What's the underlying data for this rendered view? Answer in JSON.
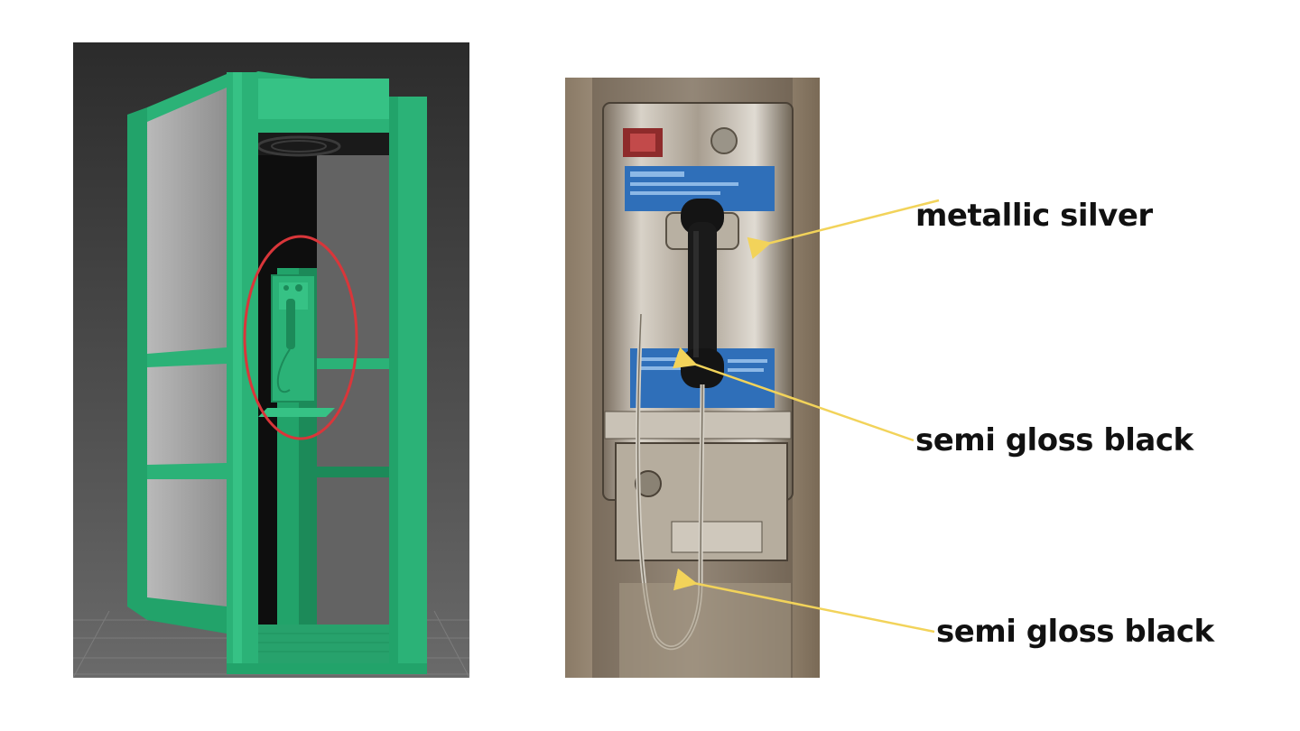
{
  "callouts": [
    {
      "label": "metallic silver"
    },
    {
      "label": "semi gloss black"
    },
    {
      "label": "semi gloss black"
    }
  ],
  "colors": {
    "booth_green": "#2bb277",
    "highlight_circle": "#d9363a",
    "arrow": "#f2d35a",
    "label_text": "#111111"
  }
}
